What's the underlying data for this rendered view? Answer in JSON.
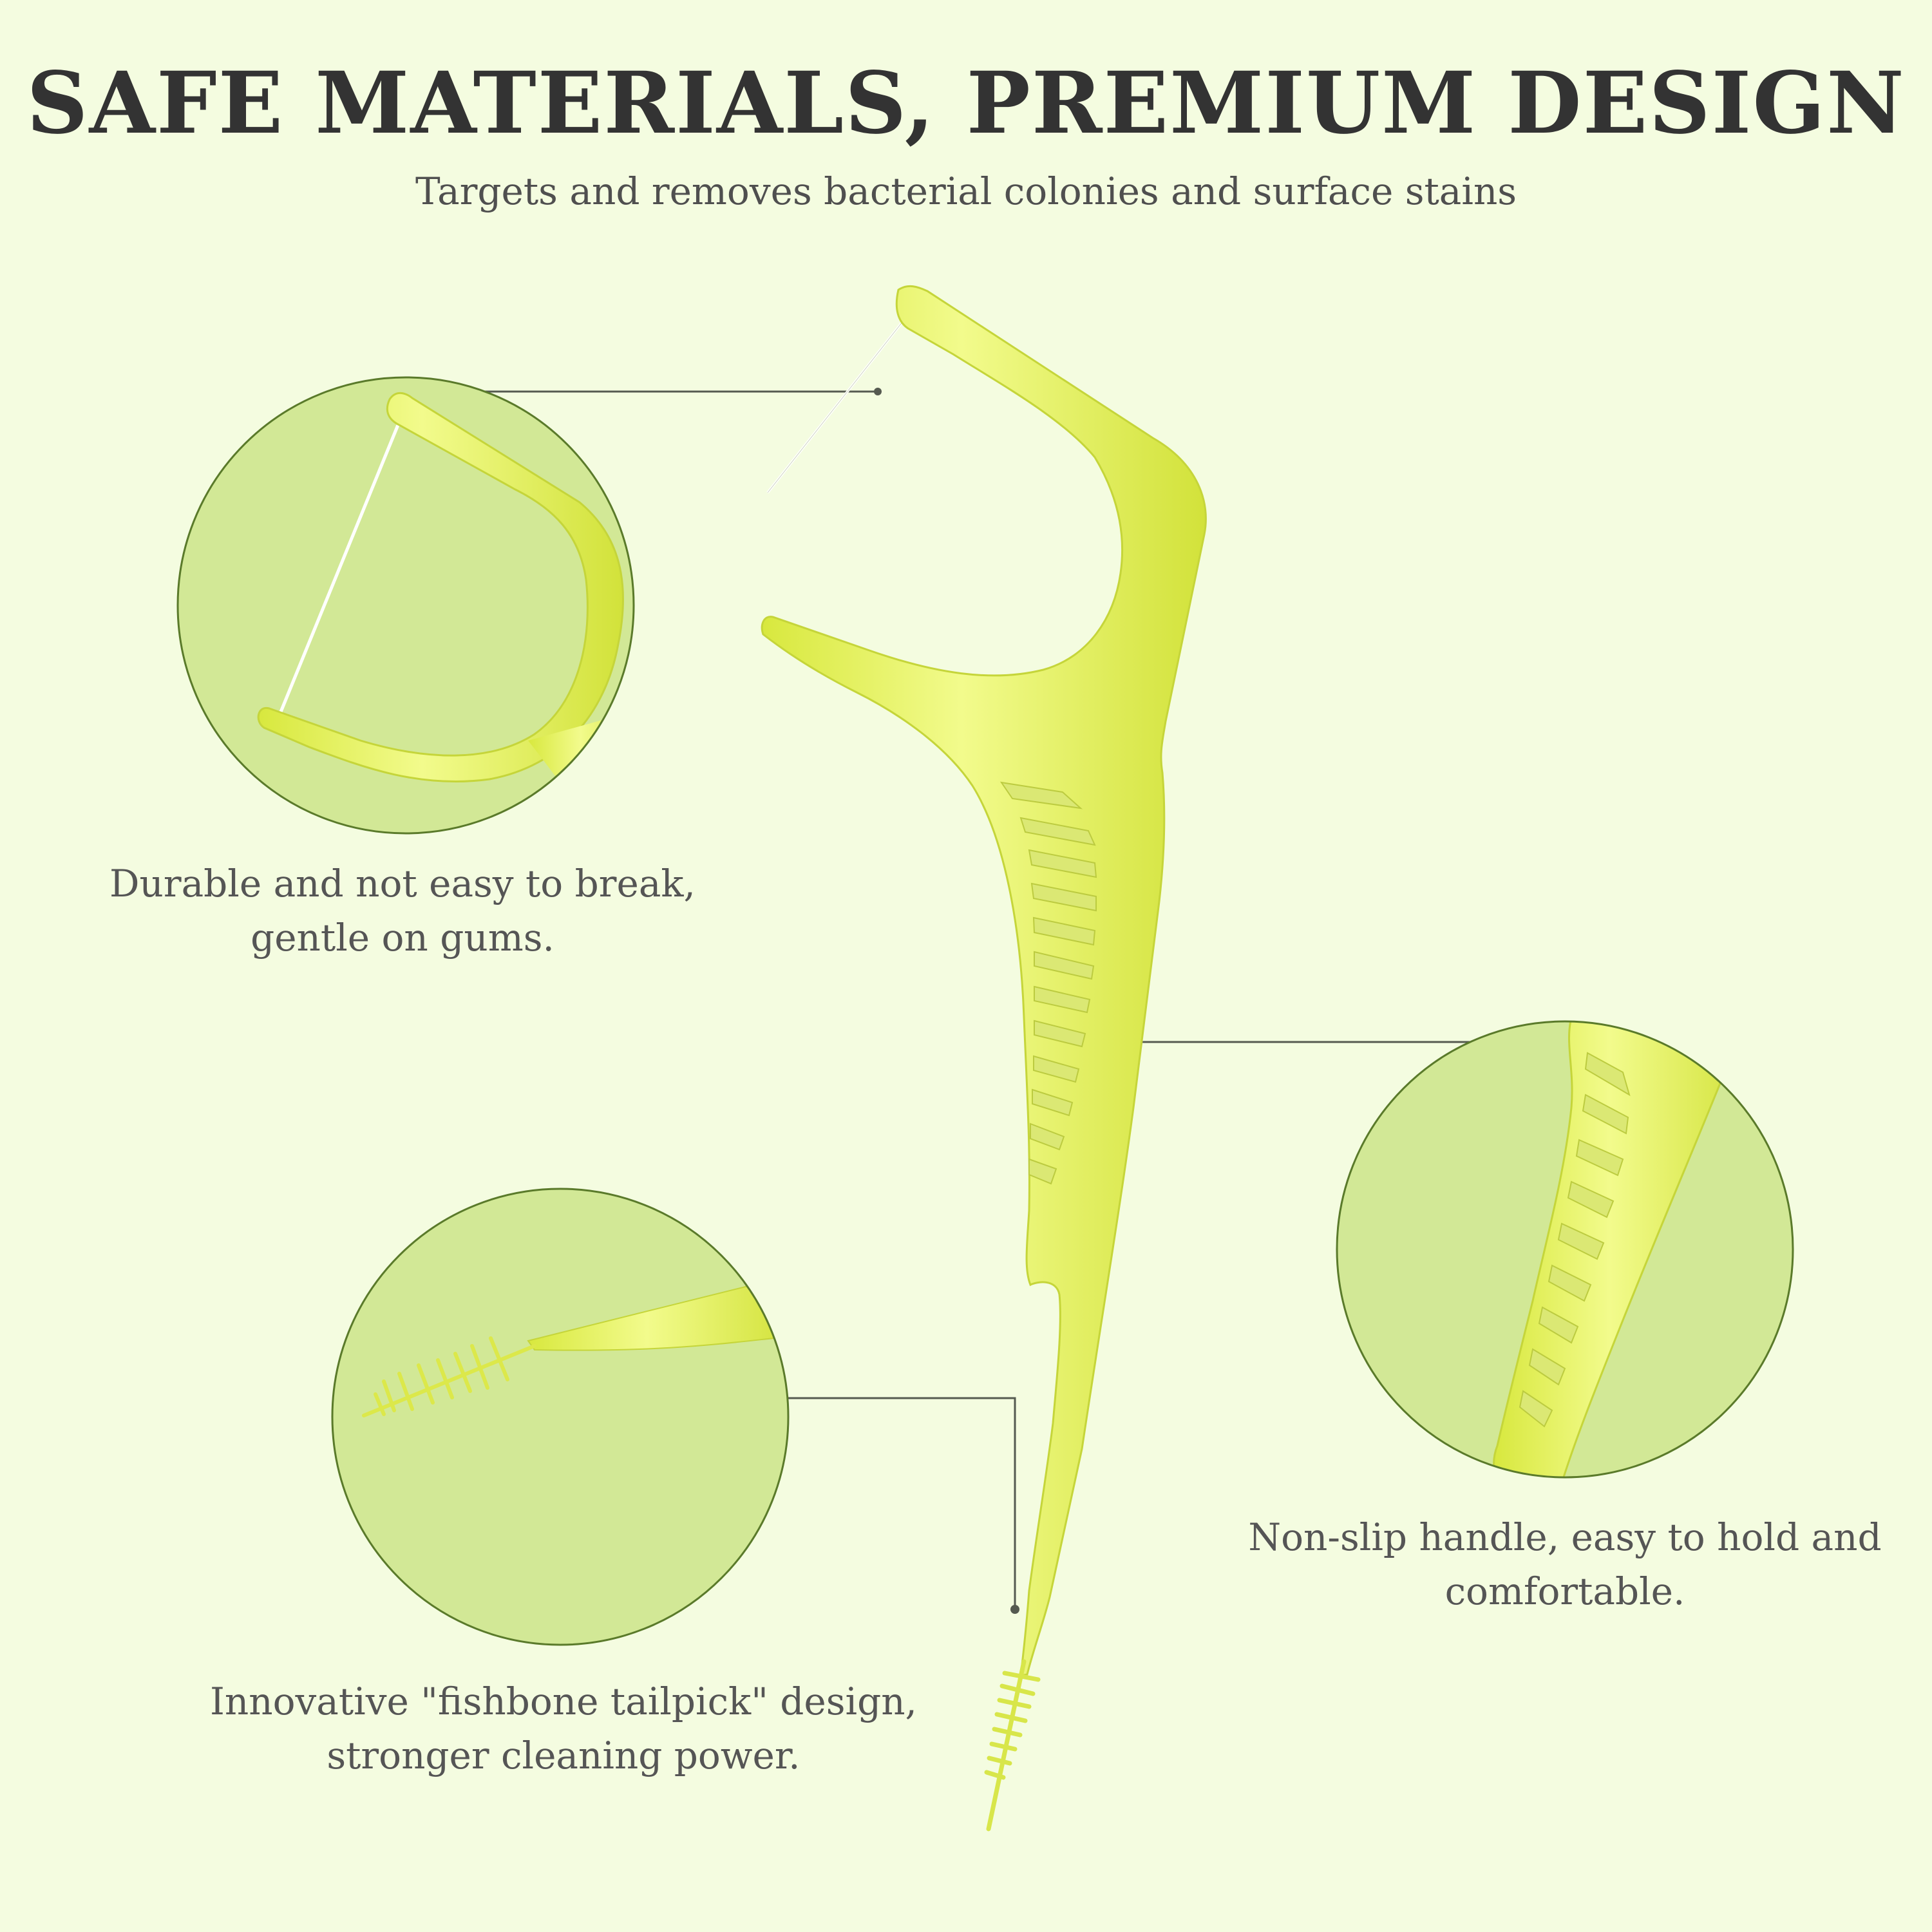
{
  "header": {
    "title": "SAFE MATERIALS, PREMIUM DESIGN",
    "subtitle": "Targets and removes bacterial colonies and surface stains"
  },
  "callouts": [
    {
      "id": "floss-head",
      "lines": [
        "Durable and not easy to break,",
        "gentle on gums."
      ]
    },
    {
      "id": "handle",
      "lines": [
        "Non-slip handle, easy to hold and",
        "comfortable."
      ]
    },
    {
      "id": "tailpick",
      "lines": [
        "Innovative \"fishbone tailpick\" design,",
        "stronger cleaning power."
      ]
    }
  ],
  "colors": {
    "background": "#f4fce0",
    "circle_fill": "#d2e896",
    "circle_stroke": "#5a7a2a",
    "product": "#e6f55c",
    "product_highlight": "#f2fa8a",
    "product_shadow": "#c9d93a",
    "floss": "#ffffff",
    "leader_line": "#555a50",
    "title_text": "#333333",
    "body_text": "#555555"
  }
}
